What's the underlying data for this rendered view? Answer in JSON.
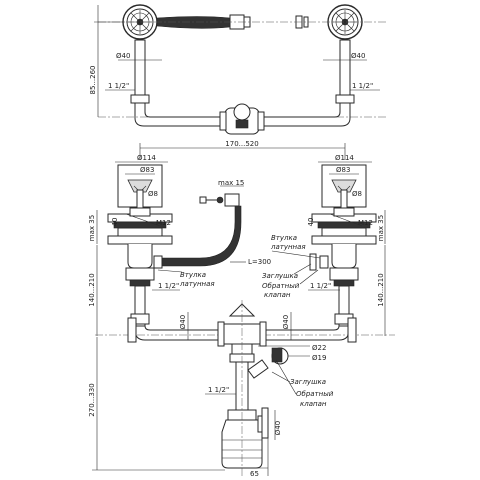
{
  "dimensions": {
    "height_top": "85...260",
    "d40_top_left": "Ø40",
    "d40_top_right": "Ø40",
    "thread_top_left": "1 1/2\"",
    "thread_top_right": "1 1/2\"",
    "span": "170...520",
    "d114_left": "Ø114",
    "d83_left": "Ø83",
    "d8_left": "Ø8",
    "d114_right": "Ø114",
    "d83_right": "Ø83",
    "d8_right": "Ø8",
    "max15": "max 15",
    "max35_left": "max 35",
    "max35_right": "max 35",
    "h40_left": "40",
    "h40_right": "40",
    "m12_left": "M12",
    "m12_right": "M12",
    "hose_length": "L=300",
    "h140_left": "140...210",
    "h140_right": "140...210",
    "thread_mid_left": "1 1/2\"",
    "thread_mid_right": "1 1/2\"",
    "d40_horiz_left": "Ø40",
    "d40_horiz_right": "Ø40",
    "d22": "Ø22",
    "d19": "Ø19",
    "thread_low": "1 1/2\"",
    "h270": "270...330",
    "d40_trap": "Ø40",
    "w65": "65"
  },
  "labels": {
    "bushing_left_1": "Втулка",
    "bushing_left_2": "латунная",
    "bushing_right_1": "Втулка",
    "bushing_right_2": "латунная",
    "plug_mid": "Заглушка",
    "valve_mid_1": "Обратный",
    "valve_mid_2": "клапан",
    "plug_low": "Заглушка",
    "valve_low_1": "Обратный",
    "valve_low_2": "клапан"
  }
}
